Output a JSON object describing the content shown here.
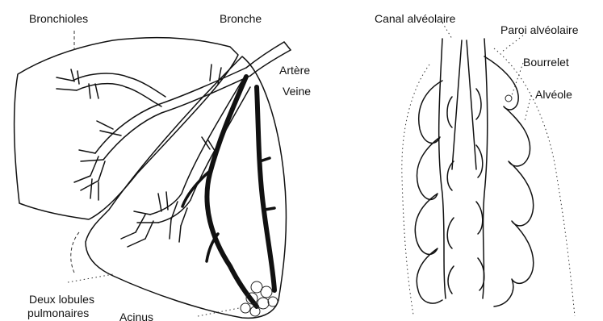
{
  "labels": {
    "bronchioles": "Bronchioles",
    "bronche": "Bronche",
    "artere": "Artère",
    "veine": "Veine",
    "deux_lobules_line1": "Deux lobules",
    "deux_lobules_line2": "pulmonaires",
    "acinus": "Acinus",
    "canal_alveolaire": "Canal alvéolaire",
    "paroi_alveolaire": "Paroi alvéolaire",
    "bourrelet": "Bourrelet",
    "alveole": "Alvéole"
  }
}
